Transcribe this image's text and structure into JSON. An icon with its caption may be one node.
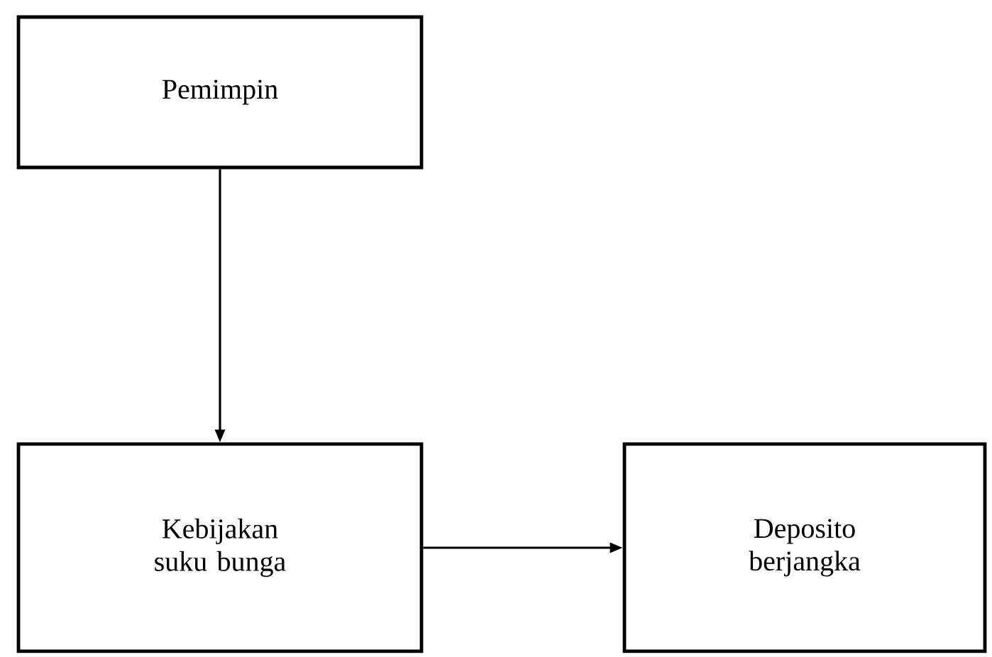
{
  "diagram": {
    "nodes": [
      {
        "text": [
          "Pemimpin"
        ]
      },
      {
        "text": [
          "Kebijakan suku bunga"
        ]
      },
      {
        "text": [
          "Deposito berjangka"
        ]
      }
    ],
    "edges": [
      {
        "from": 0,
        "to": 1,
        "arrow": "to"
      },
      {
        "from": 1,
        "to": 2,
        "arrow": "to"
      }
    ]
  }
}
